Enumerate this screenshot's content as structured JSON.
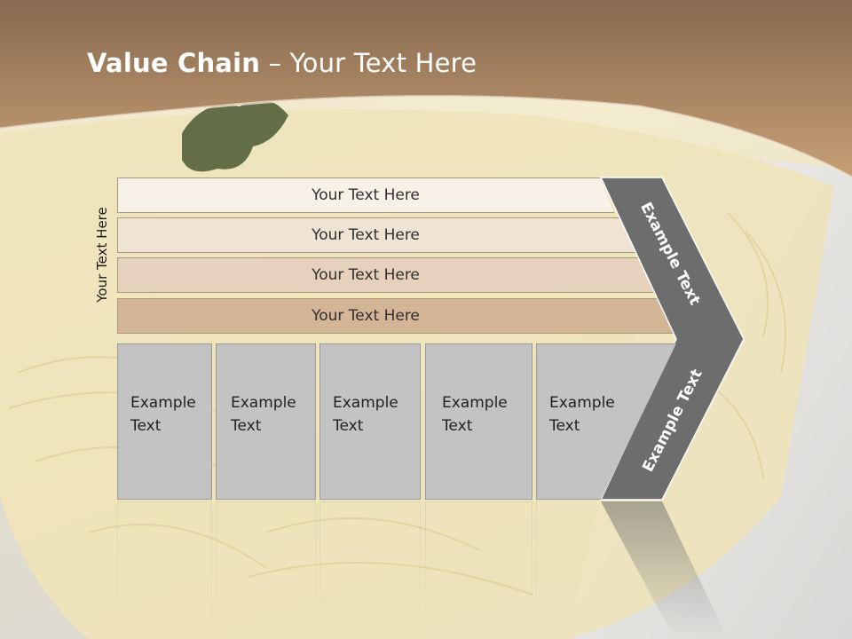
{
  "title": {
    "bold": "Value Chain",
    "rest": " – Your Text Here"
  },
  "side_label": "Your Text Here",
  "bands": [
    {
      "label": "Your Text Here",
      "color": "#f7f1e8"
    },
    {
      "label": "Your Text Here",
      "color": "#efe3d4"
    },
    {
      "label": "Your Text Here",
      "color": "#e6d2bc"
    },
    {
      "label": "Your Text Here",
      "color": "#d4b596"
    }
  ],
  "boxes": [
    {
      "line1": "Example",
      "line2": "Text"
    },
    {
      "line1": "Example",
      "line2": "Text"
    },
    {
      "line1": "Example",
      "line2": "Text"
    },
    {
      "line1": "Example",
      "line2": "Text"
    },
    {
      "line1": "Example",
      "line2": "Text"
    }
  ],
  "chevron": {
    "upper_label": "Example Text",
    "lower_label": "Example Text",
    "color": "#6d6d6d"
  },
  "colors": {
    "header_top": "#8a6a4e",
    "header_bottom": "#c9a277",
    "box_fill": "#c3c3c3"
  }
}
